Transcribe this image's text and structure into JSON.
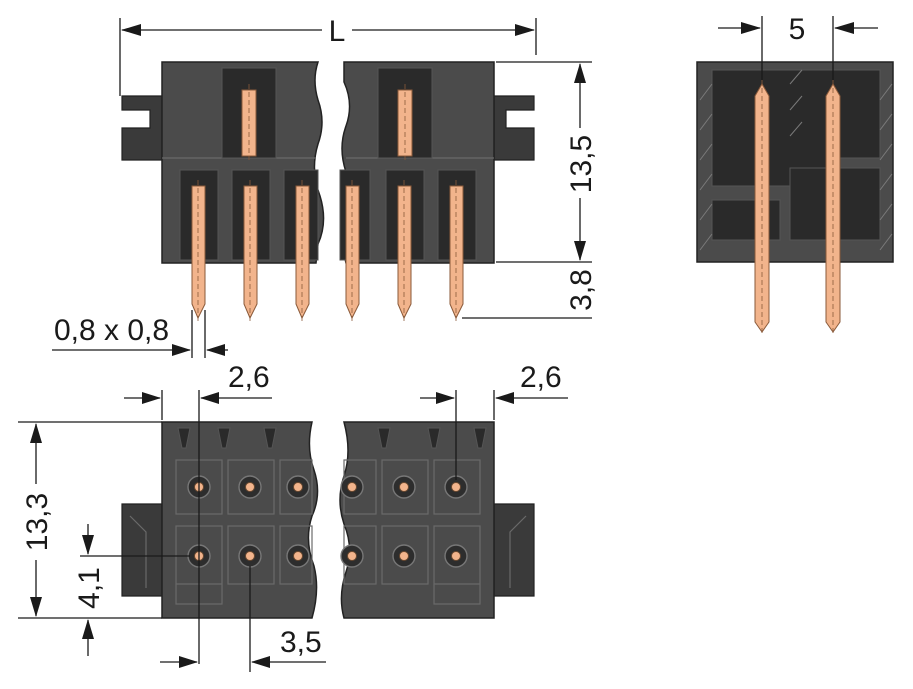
{
  "dimensions": {
    "length": "L",
    "height_top": "13,5",
    "pin_length": "3,8",
    "pin_cross_section": "0,8 x 0,8",
    "pitch_side": "5",
    "edge_left": "2,6",
    "edge_right": "2,6",
    "height_bottom": "13,3",
    "hole_offset": "4,1",
    "pitch_bottom": "3,5"
  },
  "colors": {
    "housing": "#4b4b4b",
    "pin": "#f2b48c",
    "dimension_line": "#1a1a1a"
  }
}
